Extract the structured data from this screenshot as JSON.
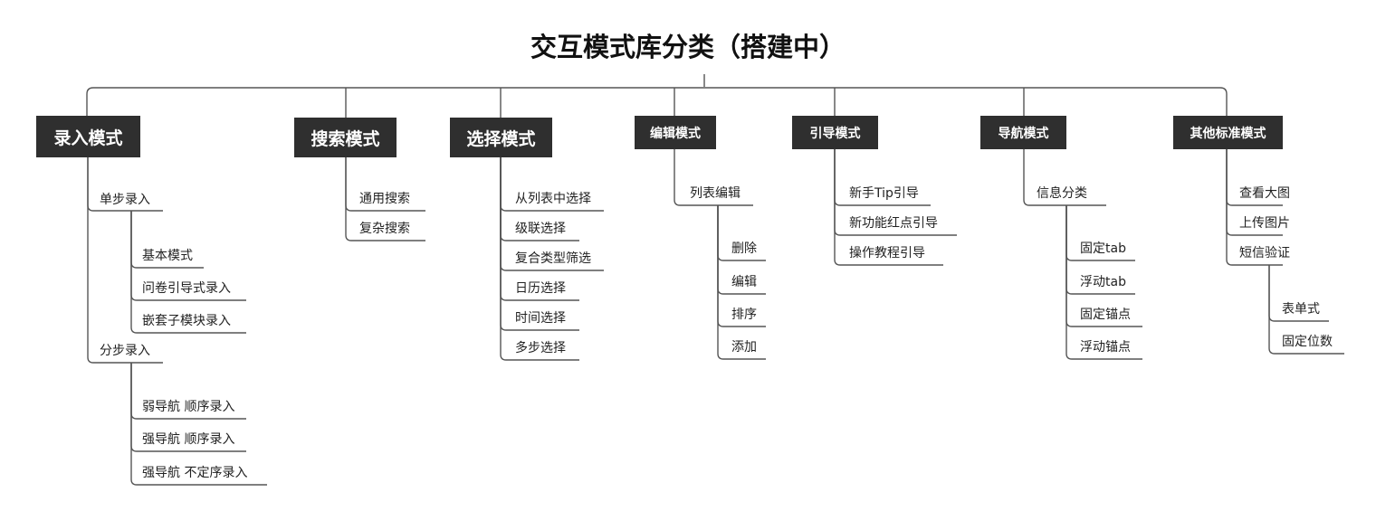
{
  "title": "交互模式库分类（搭建中）",
  "categories": [
    {
      "label": "录入模式",
      "items": [
        {
          "label": "单步录入",
          "children": [
            "基本模式",
            "问卷引导式录入",
            "嵌套子模块录入"
          ]
        },
        {
          "label": "分步录入",
          "children": [
            "弱导航 顺序录入",
            "强导航 顺序录入",
            "强导航 不定序录入"
          ]
        }
      ]
    },
    {
      "label": "搜索模式",
      "items": [
        {
          "label": "通用搜索"
        },
        {
          "label": "复杂搜索"
        }
      ]
    },
    {
      "label": "选择模式",
      "items": [
        {
          "label": "从列表中选择"
        },
        {
          "label": "级联选择"
        },
        {
          "label": "复合类型筛选"
        },
        {
          "label": "日历选择"
        },
        {
          "label": "时间选择"
        },
        {
          "label": "多步选择"
        }
      ]
    },
    {
      "label": "编辑模式",
      "items": [
        {
          "label": "列表编辑",
          "children": [
            "删除",
            "编辑",
            "排序",
            "添加"
          ]
        }
      ]
    },
    {
      "label": "引导模式",
      "items": [
        {
          "label": "新手Tip引导"
        },
        {
          "label": "新功能红点引导"
        },
        {
          "label": "操作教程引导"
        }
      ]
    },
    {
      "label": "导航模式",
      "items": [
        {
          "label": "信息分类",
          "children": [
            "固定tab",
            "浮动tab",
            "固定锚点",
            "浮动锚点"
          ]
        }
      ]
    },
    {
      "label": "其他标准模式",
      "items": [
        {
          "label": "查看大图"
        },
        {
          "label": "上传图片"
        },
        {
          "label": "短信验证",
          "children": [
            "表单式",
            "固定位数"
          ]
        }
      ]
    }
  ]
}
